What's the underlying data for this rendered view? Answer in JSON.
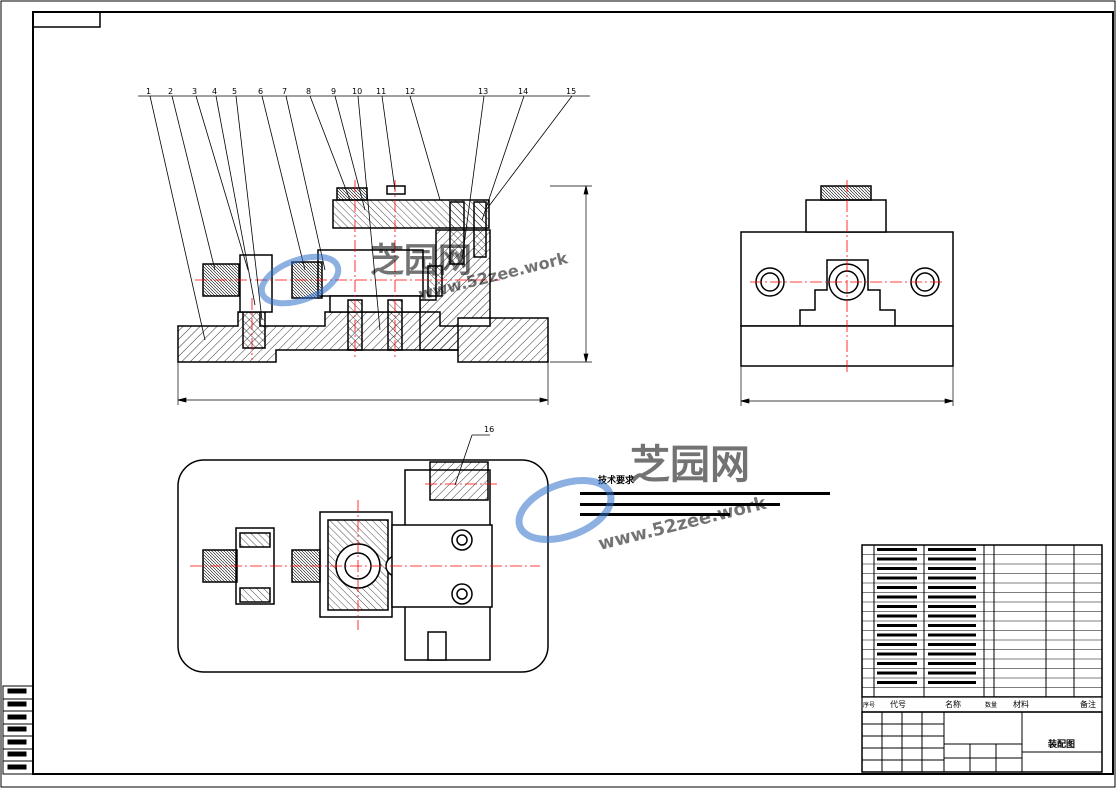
{
  "balloons": [
    "1",
    "2",
    "3",
    "4",
    "5",
    "6",
    "7",
    "8",
    "9",
    "10",
    "11",
    "12",
    "13",
    "14",
    "15"
  ],
  "balloon_16": "16",
  "watermark": {
    "cn": "芝园网",
    "en": "www.52zee.work"
  },
  "tech_title": "技术要求",
  "bom_header": {
    "code": "代号",
    "name": "名称",
    "qty": "数量",
    "material": "材料",
    "note": "备注"
  },
  "bom_part_no": "序号",
  "title_block": {
    "drawing_name": "装配图"
  },
  "colors": {
    "line": "#000000",
    "center": "#ff0000",
    "watermark": "#2f6fc8"
  }
}
